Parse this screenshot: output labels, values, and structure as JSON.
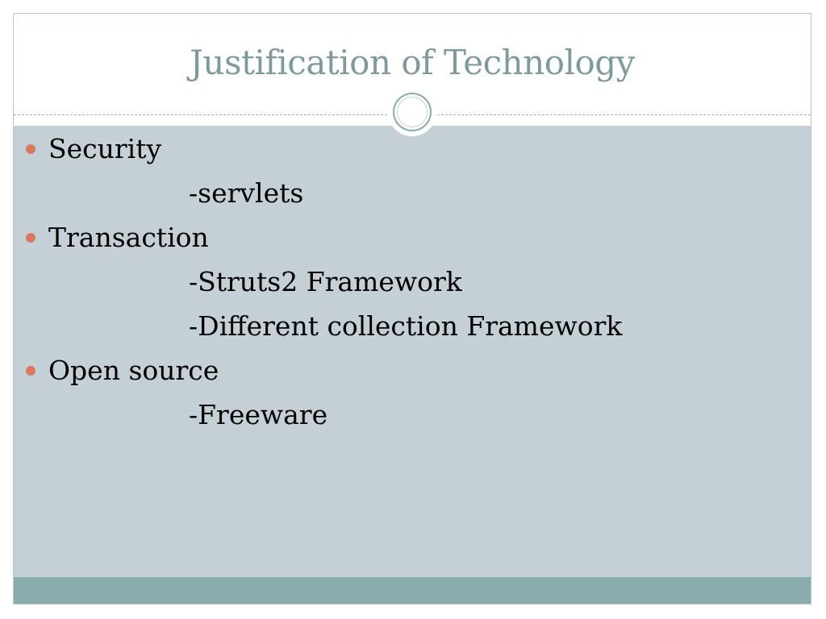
{
  "slide": {
    "title": "Justification of Technology",
    "items": [
      {
        "text": "Security",
        "level": 1
      },
      {
        "text": "-servlets",
        "level": 2
      },
      {
        "text": "Transaction",
        "level": 1
      },
      {
        "text": "-Struts2 Framework",
        "level": 2
      },
      {
        "text": "-Different collection Framework",
        "level": 2
      },
      {
        "text": "Open source",
        "level": 1
      },
      {
        "text": "-Freeware",
        "level": 2
      }
    ]
  },
  "colors": {
    "title": "#7f9a9c",
    "content_background": "#c5d0d6",
    "footer_bar": "#8aacad",
    "bullet": "#d9785e"
  },
  "icons": {
    "ornament": "circle-ornament-icon",
    "bullet": "bullet-dot-icon"
  }
}
